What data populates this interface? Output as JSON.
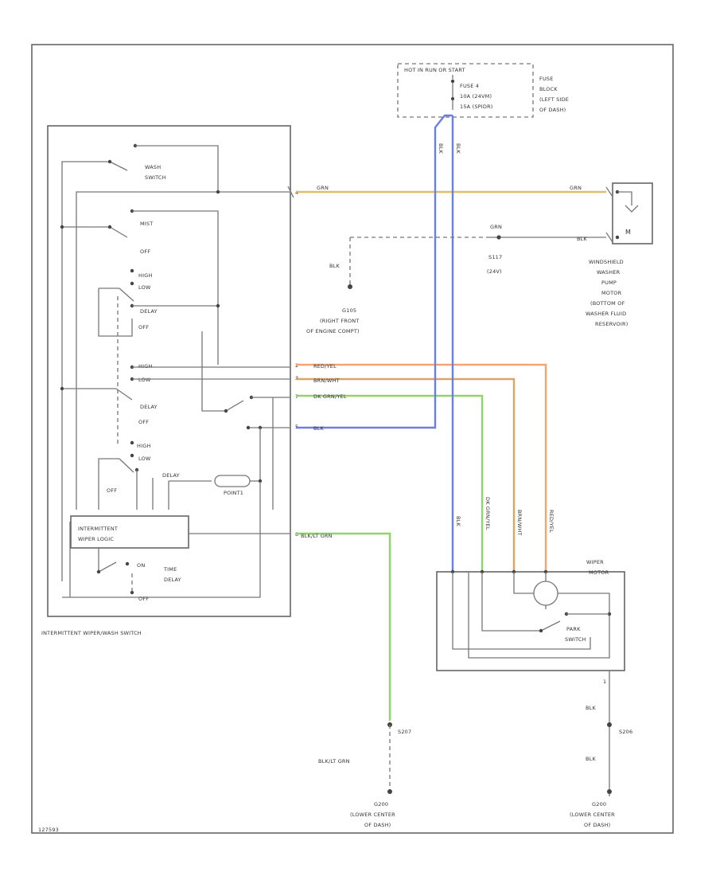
{
  "diagram": {
    "footer_code": "127593",
    "fuse_panel": {
      "header": "HOT IN RUN OR START",
      "fuse_line1": "FUSE 4",
      "fuse_line2": "10A (24VM)",
      "fuse_line3": "15A (SPIDR)",
      "location_line1": "FUSE",
      "location_line2": "BLOCK",
      "location_line3": "(LEFT SIDE",
      "location_line4": "OF DASH)"
    },
    "switch_assembly": {
      "title": "INTERMITTENT WIPER/WASH SWITCH",
      "wash_line1": "WASH",
      "wash_line2": "SWITCH",
      "mist": "MIST",
      "off_1": "OFF",
      "high_1": "HIGH",
      "low_1": "LOW",
      "delay_1": "DELAY",
      "off_2": "OFF",
      "high_2": "HIGH",
      "low_2": "LOW",
      "delay_2": "DELAY",
      "off_3": "OFF",
      "high_3": "HIGH",
      "low_3": "LOW",
      "delay_3": "DELAY",
      "off_4": "OFF",
      "resistor": "POINT1",
      "module_line1": "INTERMITTENT",
      "module_line2": "WIPER LOGIC",
      "on_label": "ON",
      "off_label": "OFF",
      "time_delay_line1": "TIME",
      "time_delay_line2": "DELAY"
    },
    "wires": {
      "pump_feed": "GRN",
      "pump_feed_right": "GRN",
      "high": "RED/YEL",
      "low": "BRN/WHT",
      "park": "DK GRN/YEL",
      "feed": "BLK",
      "intermittent": "BLK/LT GRN",
      "ground_left": "BLK/LT GRN",
      "ground_right_upper": "BLK",
      "ground_right_lower": "BLK",
      "pump_ground_grn": "GRN",
      "pump_ground_blk": "BLK",
      "blk": "BLK",
      "vert_feed_a": "BLK",
      "vert_feed_b": "BLK",
      "vert_motor_1": "BLK",
      "vert_motor_2": "DK GRN/YEL",
      "vert_motor_3": "BRN/WHT",
      "vert_motor_4": "RED/YEL"
    },
    "pins": {
      "p4": "4",
      "p2": "2",
      "p3": "3",
      "p7": "7",
      "p5": "5",
      "p8": "8",
      "motor_pin": "1"
    },
    "pump": {
      "line1": "WINDSHIELD",
      "line2": "WASHER",
      "line3": "PUMP",
      "line4": "MOTOR",
      "line5": "(BOTTOM OF",
      "line6": "WASHER FLUID",
      "line7": "RESERVOIR)"
    },
    "splice_s117": {
      "line1": "S117",
      "line2": "(24V)"
    },
    "ground_g105": {
      "line1": "G105",
      "line2": "(RIGHT FRONT",
      "line3": "OF ENGINE COMPT)"
    },
    "wiper_motor": {
      "line1": "WIPER",
      "line2": "MOTOR",
      "park_line1": "PARK",
      "park_line2": "SWITCH"
    },
    "splice_s207": "S207",
    "splice_s206": "S206",
    "ground_left": {
      "line1": "G200",
      "line2": "(LOWER CENTER",
      "line3": "OF DASH)"
    },
    "ground_right": {
      "line1": "G200",
      "line2": "(LOWER CENTER",
      "line3": "OF DASH)"
    },
    "colors": {
      "blue": "#6b7ee6",
      "yellow": "#e3bb6a",
      "orange": "#f2a574",
      "tan": "#d9a66a",
      "green": "#8fd56a"
    }
  }
}
